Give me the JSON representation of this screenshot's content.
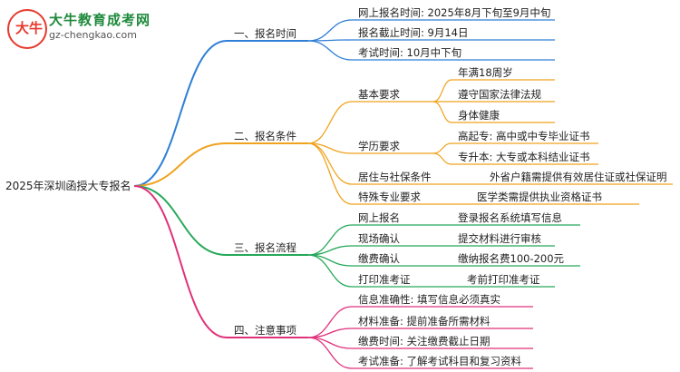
{
  "logo": {
    "title": "大牛教育成考网",
    "url": "gz-chengkao.com",
    "mark": "大牛"
  },
  "root": "2025年深圳函授大专报名",
  "branches": [
    {
      "label": "一、报名时间",
      "color": "#2f7fd6",
      "children": [
        {
          "label": "网上报名时间: 2025年8月下旬至9月中旬"
        },
        {
          "label": "报名截止时间: 9月14日"
        },
        {
          "label": "考试时间: 10月中下旬"
        }
      ]
    },
    {
      "label": "二、报名条件",
      "color": "#f0a21c",
      "children": [
        {
          "label": "基本要求",
          "children": [
            "年满18周岁",
            "遵守国家法律法规",
            "身体健康"
          ]
        },
        {
          "label": "学历要求",
          "children": [
            "高起专: 高中或中专毕业证书",
            "专升本: 大专或本科结业证书"
          ]
        },
        {
          "label": "居住与社保条件",
          "children": [
            "外省户籍需提供有效居住证或社保证明"
          ]
        },
        {
          "label": "特殊专业要求",
          "children": [
            "医学类需提供执业资格证书"
          ]
        }
      ]
    },
    {
      "label": "三、报名流程",
      "color": "#27a85a",
      "children": [
        {
          "label": "网上报名",
          "children": [
            "登录报名系统填写信息"
          ]
        },
        {
          "label": "现场确认",
          "children": [
            "提交材料进行审核"
          ]
        },
        {
          "label": "缴费确认",
          "children": [
            "缴纳报名费100-200元"
          ]
        },
        {
          "label": "打印准考证",
          "children": [
            "考前打印准考证"
          ]
        }
      ]
    },
    {
      "label": "四、注意事项",
      "color": "#e0307a",
      "children": [
        {
          "label": "信息准确性: 填写信息必须真实"
        },
        {
          "label": "材料准备: 提前准备所需材料"
        },
        {
          "label": "缴费时间: 关注缴费截止日期"
        },
        {
          "label": "考试准备: 了解考试科目和复习资料"
        }
      ]
    }
  ]
}
